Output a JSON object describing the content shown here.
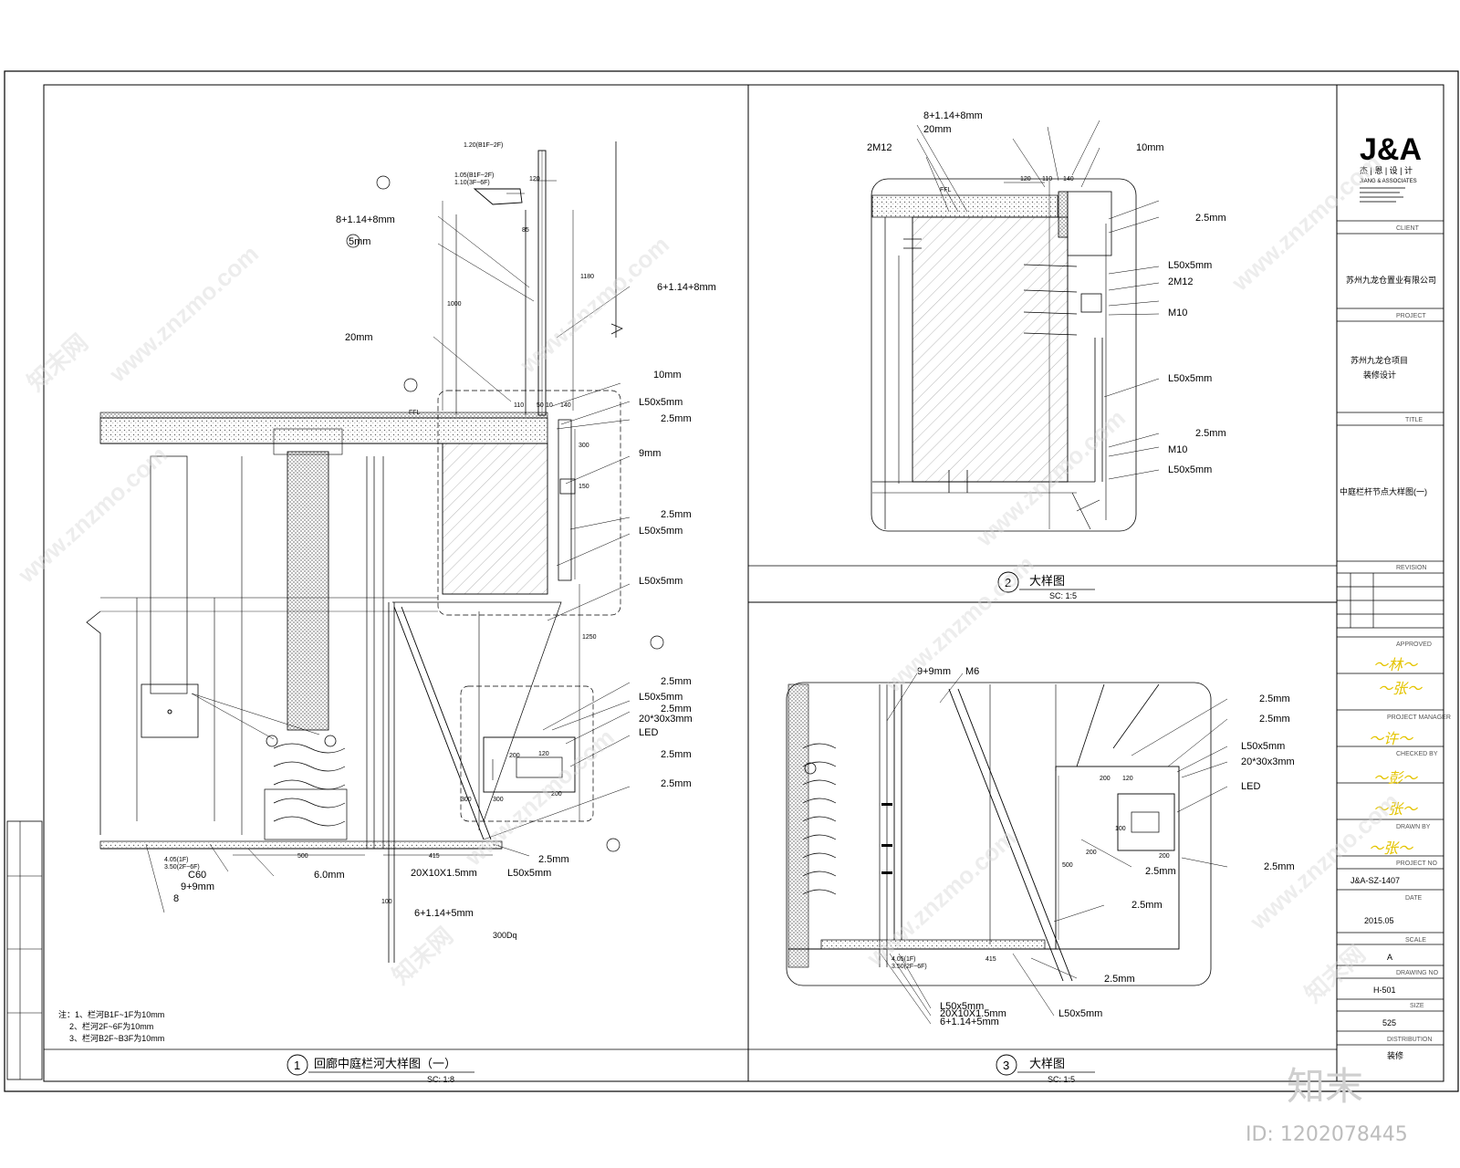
{
  "drawing": {
    "details": [
      {
        "number": "1",
        "title": "回廊中庭栏河大样图（一）",
        "scale": "SC:  1:8"
      },
      {
        "number": "2",
        "title": "大样图",
        "scale": "SC:  1:5"
      },
      {
        "number": "3",
        "title": "大样图",
        "scale": "SC:  1:5"
      }
    ],
    "detail1": {
      "labels": [
        "1.20(B1F~2F)",
        "1.05(B1F~2F)",
        "1.10(3F~6F)",
        "8+1.14+8mm",
        "5mm",
        "6+1.14+8mm",
        "20mm",
        "10mm",
        "L50x5mm",
        "2.5mm",
        "9mm",
        "2.5mm",
        "L50x5mm",
        "L50x5mm",
        "2.5mm",
        "L50x5mm",
        "2.5mm",
        "20*30x3mm",
        "LED",
        "2.5mm",
        "2.5mm",
        "2.5mm",
        "L50x5mm",
        "20X10X1.5mm",
        "6+1.14+5mm",
        "6.0mm",
        "C60",
        "9+9mm",
        "8",
        "4.05(1F)",
        "3.50(2F~6F)",
        "300Dq",
        "FFL"
      ],
      "dims": [
        "120",
        "85",
        "1180",
        "1000",
        "300",
        "150",
        "1250",
        "200",
        "120",
        "200",
        "300",
        "300",
        "500",
        "415",
        "100",
        "140",
        "110",
        "10",
        "50"
      ],
      "notes": [
        "注：1、栏河B1F~1F为10mm",
        "2、栏河2F~6F为10mm",
        "3、栏河B2F~B3F为10mm"
      ]
    },
    "detail2": {
      "labels": [
        "8+1.14+8mm",
        "20mm",
        "2M12",
        "10mm",
        "FFL",
        "2.5mm",
        "L50x5mm",
        "2M12",
        "M10",
        "L50x5mm",
        "2.5mm",
        "M10",
        "L50x5mm"
      ],
      "dims": [
        "120",
        "110",
        "140"
      ]
    },
    "detail3": {
      "labels": [
        "9+9mm",
        "M6",
        "2.5mm",
        "2.5mm",
        "L50x5mm",
        "20*30x3mm",
        "LED",
        "2.5mm",
        "2.5mm",
        "2.5mm",
        "2.5mm",
        "L50x5mm",
        "20X10X1.5mm",
        "6+1.14+5mm",
        "L50x5mm",
        "4.05(1F)",
        "3.50(2F~6F)"
      ],
      "dims": [
        "120",
        "100",
        "200",
        "200",
        "500",
        "415",
        "200"
      ]
    }
  },
  "title_block": {
    "logo": "J&A",
    "logo_cn": "杰 | 恩 | 设 | 计",
    "logo_en": "JIANG & ASSOCIATES",
    "client_label": "CLIENT",
    "client": [
      "苏州九龙仓置业有限公司"
    ],
    "project_label": "PROJECT",
    "project": [
      "苏州九龙仓项目",
      "装修设计"
    ],
    "title_label": "TITLE",
    "title": "中庭栏杆节点大样图(一)",
    "revision_label": "REVISION",
    "approved_label": "APPROVED",
    "project_manager_label": "PROJECT MANAGER",
    "checked_label": "CHECKED BY",
    "drawn_label": "DRAWN BY",
    "job_no_label": "PROJECT NO",
    "job_no": "J&A-SZ-1407",
    "date_label": "DATE",
    "date": "2015.05",
    "scale_label": "SCALE",
    "scale": "A",
    "drawing_no_label": "DRAWING NO",
    "drawing_no": "H-501",
    "size_label": "SIZE",
    "size": "525",
    "print_label": "DISTRIBUTION",
    "print": "装修"
  },
  "watermark": {
    "url": "www.znzmo.com",
    "brand": "知末网",
    "corner_brand": "知末",
    "id": "ID: 1202078445"
  },
  "colors": {
    "line": "#000000",
    "signature": "#e4c400",
    "hatch": "#777777",
    "watermark": "#d0d0d0"
  }
}
